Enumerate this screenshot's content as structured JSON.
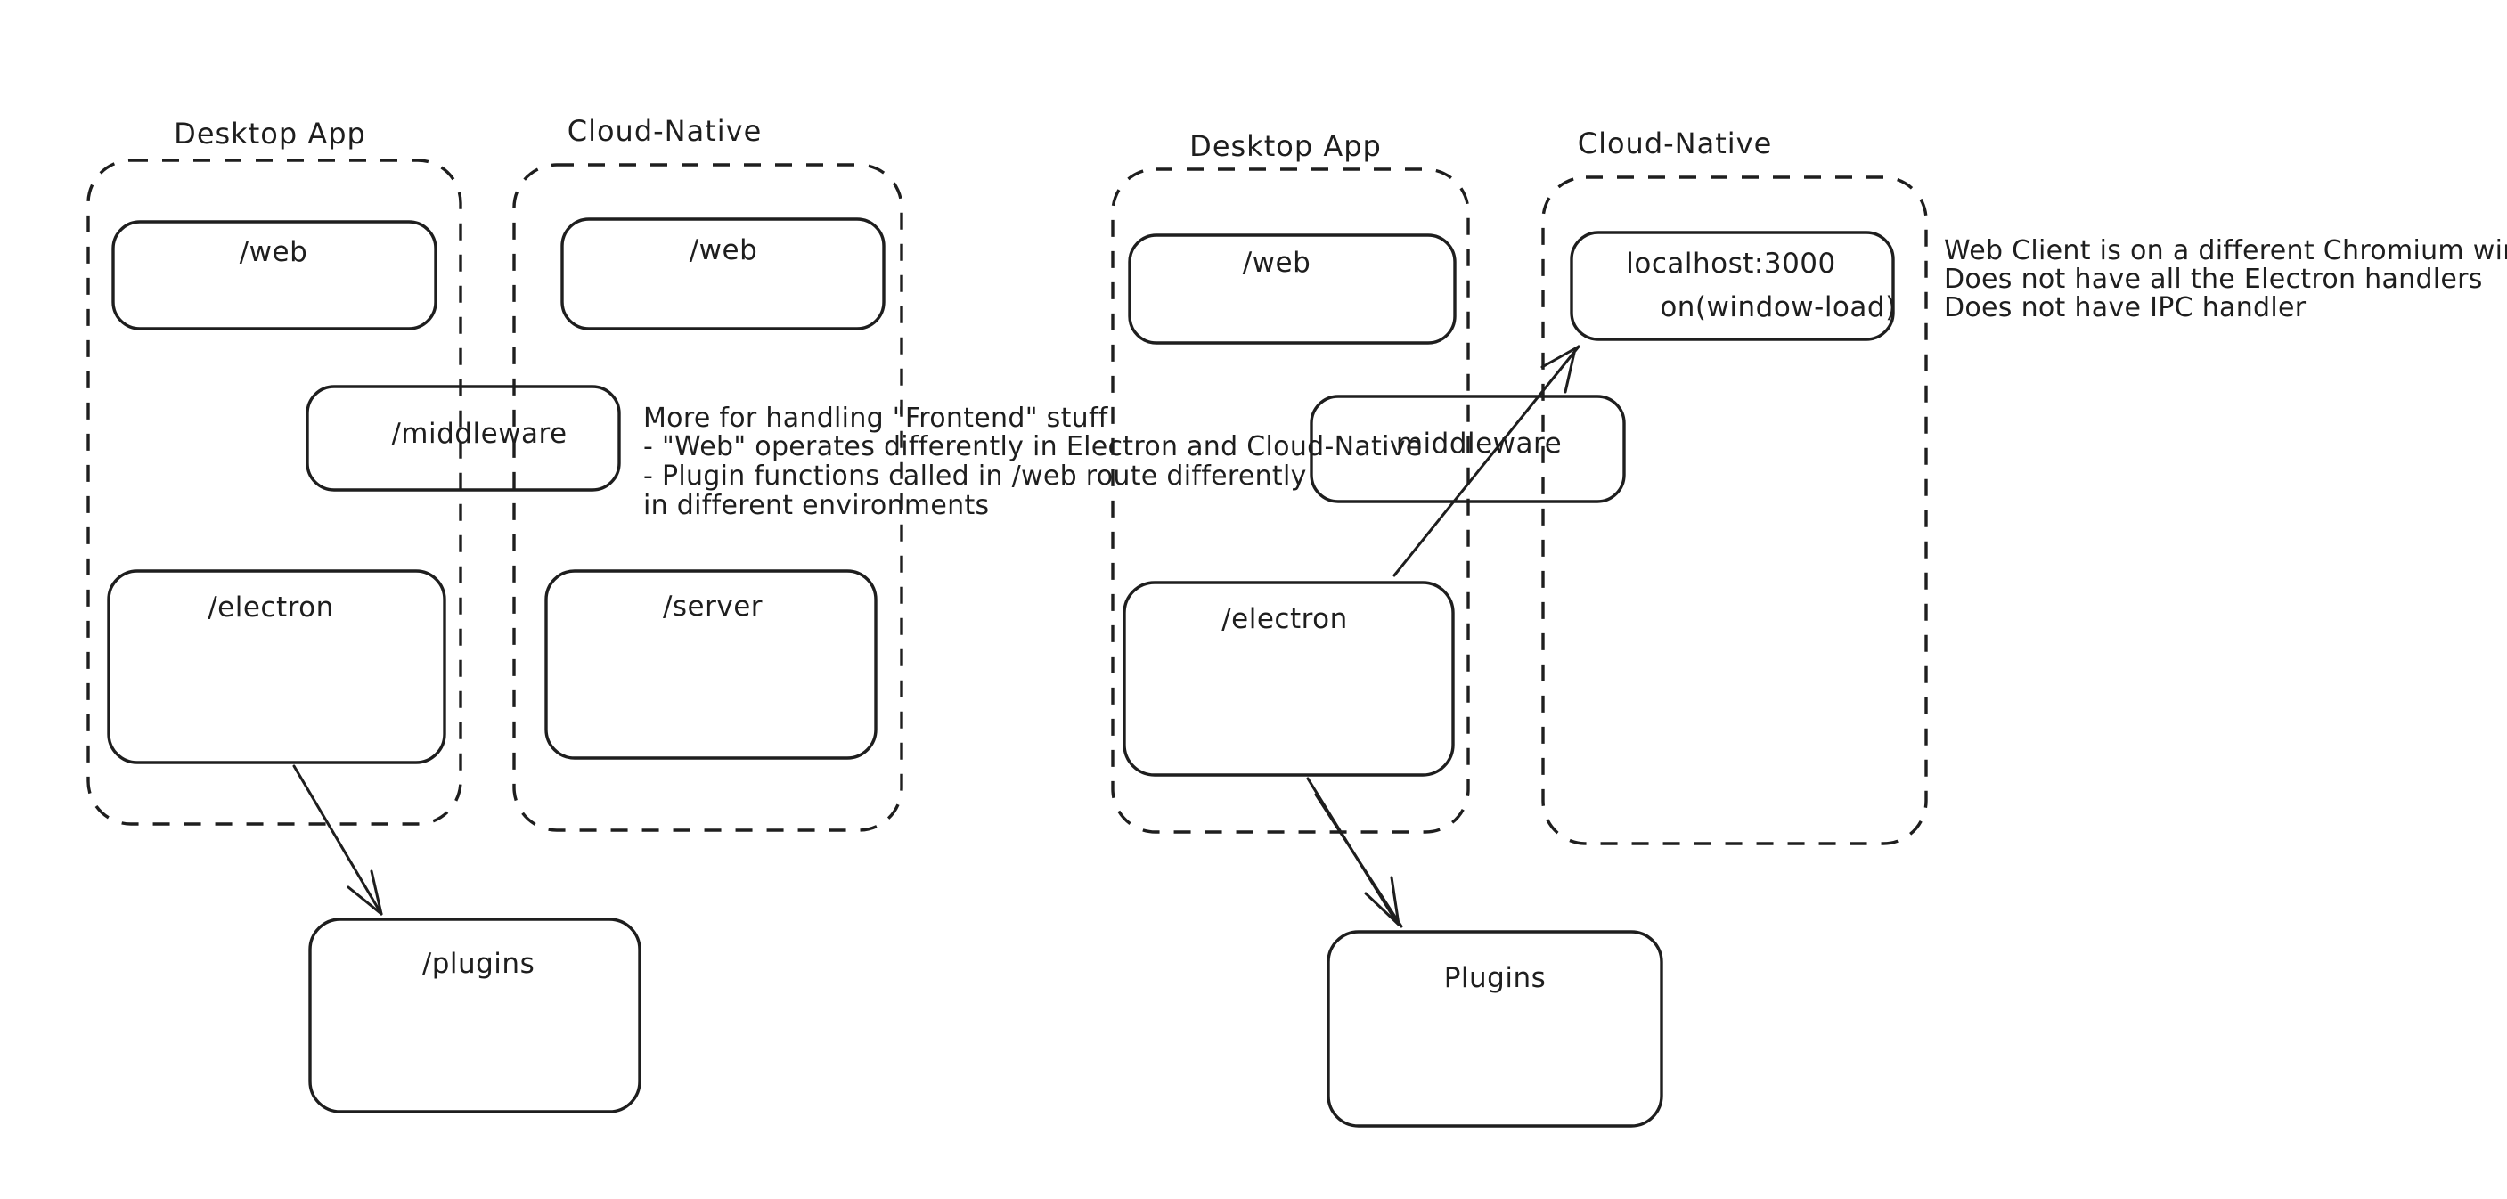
{
  "diagram": {
    "kind": "hand-drawn architecture sketch (Excalidraw style)",
    "colors": {
      "ink": "#1e1e1e",
      "green": "#47a055",
      "red": "#cd4438",
      "background": "#ffffff"
    }
  },
  "left": {
    "desktop_label": "Desktop App",
    "cloud_label": "Cloud-Native",
    "boxes": {
      "web_desktop": "/web",
      "web_cloud": "/web",
      "middleware": "/middleware",
      "electron": "/electron",
      "server": "/server",
      "plugins": "/plugins"
    },
    "green_note": [
      "More for handling \"Frontend\" stuff",
      "- \"Web\" operates differently in Electron and Cloud-Native",
      "- Plugin functions called in /web route differently",
      "in different environments"
    ]
  },
  "right": {
    "desktop_label": "Desktop App",
    "cloud_label": "Cloud-Native",
    "boxes": {
      "web": "/web",
      "localhost": "localhost:3000",
      "window_load": "on(window-load)",
      "middleware": "middleware",
      "electron": "/electron",
      "plugins": "Plugins"
    },
    "red_note": [
      "Web Client is on a different Chromium window",
      "Does not have all the Electron handlers",
      "Does not have IPC handler"
    ]
  }
}
